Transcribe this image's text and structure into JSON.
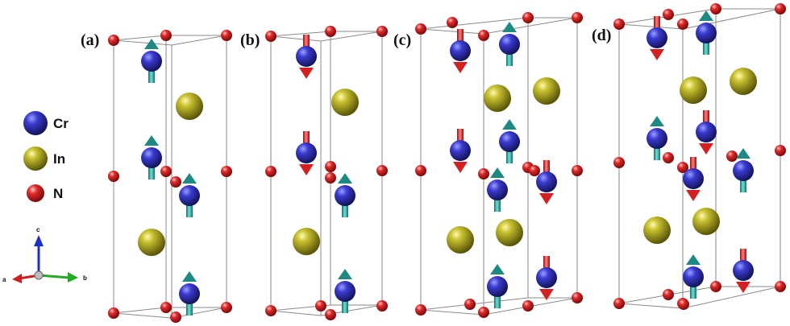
{
  "panels": [
    {
      "id": "a",
      "label": "(a)"
    },
    {
      "id": "b",
      "label": "(b)"
    },
    {
      "id": "c",
      "label": "(c)"
    },
    {
      "id": "d",
      "label": "(d)"
    }
  ],
  "legend": [
    {
      "key": "cr",
      "label": "Cr",
      "color": "#2a2aa0"
    },
    {
      "key": "in",
      "label": "In",
      "color": "#9a9418"
    },
    {
      "key": "n",
      "label": "N",
      "color": "#d42020"
    }
  ],
  "axes": {
    "a": "a",
    "b": "b",
    "c": "c"
  },
  "colors": {
    "cr": "#2a2aa0",
    "in": "#9a9418",
    "n": "#d42020",
    "spin_up": "#1e8a84",
    "spin_down": "#d42020",
    "axis_a": "#cc1f1f",
    "axis_b": "#22aa22",
    "axis_c": "#1f2fcc",
    "cell_edge": "#8a8a8a"
  }
}
